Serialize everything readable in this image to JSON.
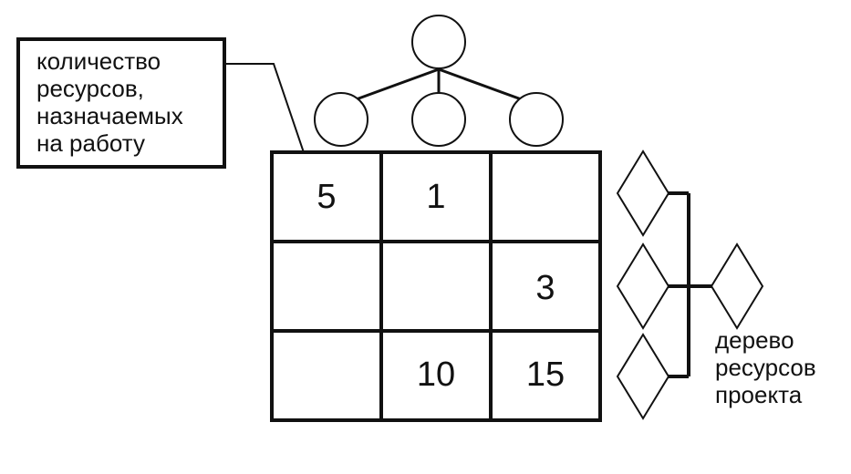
{
  "callout": {
    "text": "количество\nресурсов,\nназначаемых\nна работу"
  },
  "resource_tree_label": "дерево\nресурсов\nпроекта",
  "matrix": {
    "rows": [
      [
        "5",
        "1",
        ""
      ],
      [
        "",
        "",
        "3"
      ],
      [
        "",
        "10",
        "15"
      ]
    ]
  },
  "colors": {
    "stroke": "#111111",
    "background": "#ffffff"
  }
}
